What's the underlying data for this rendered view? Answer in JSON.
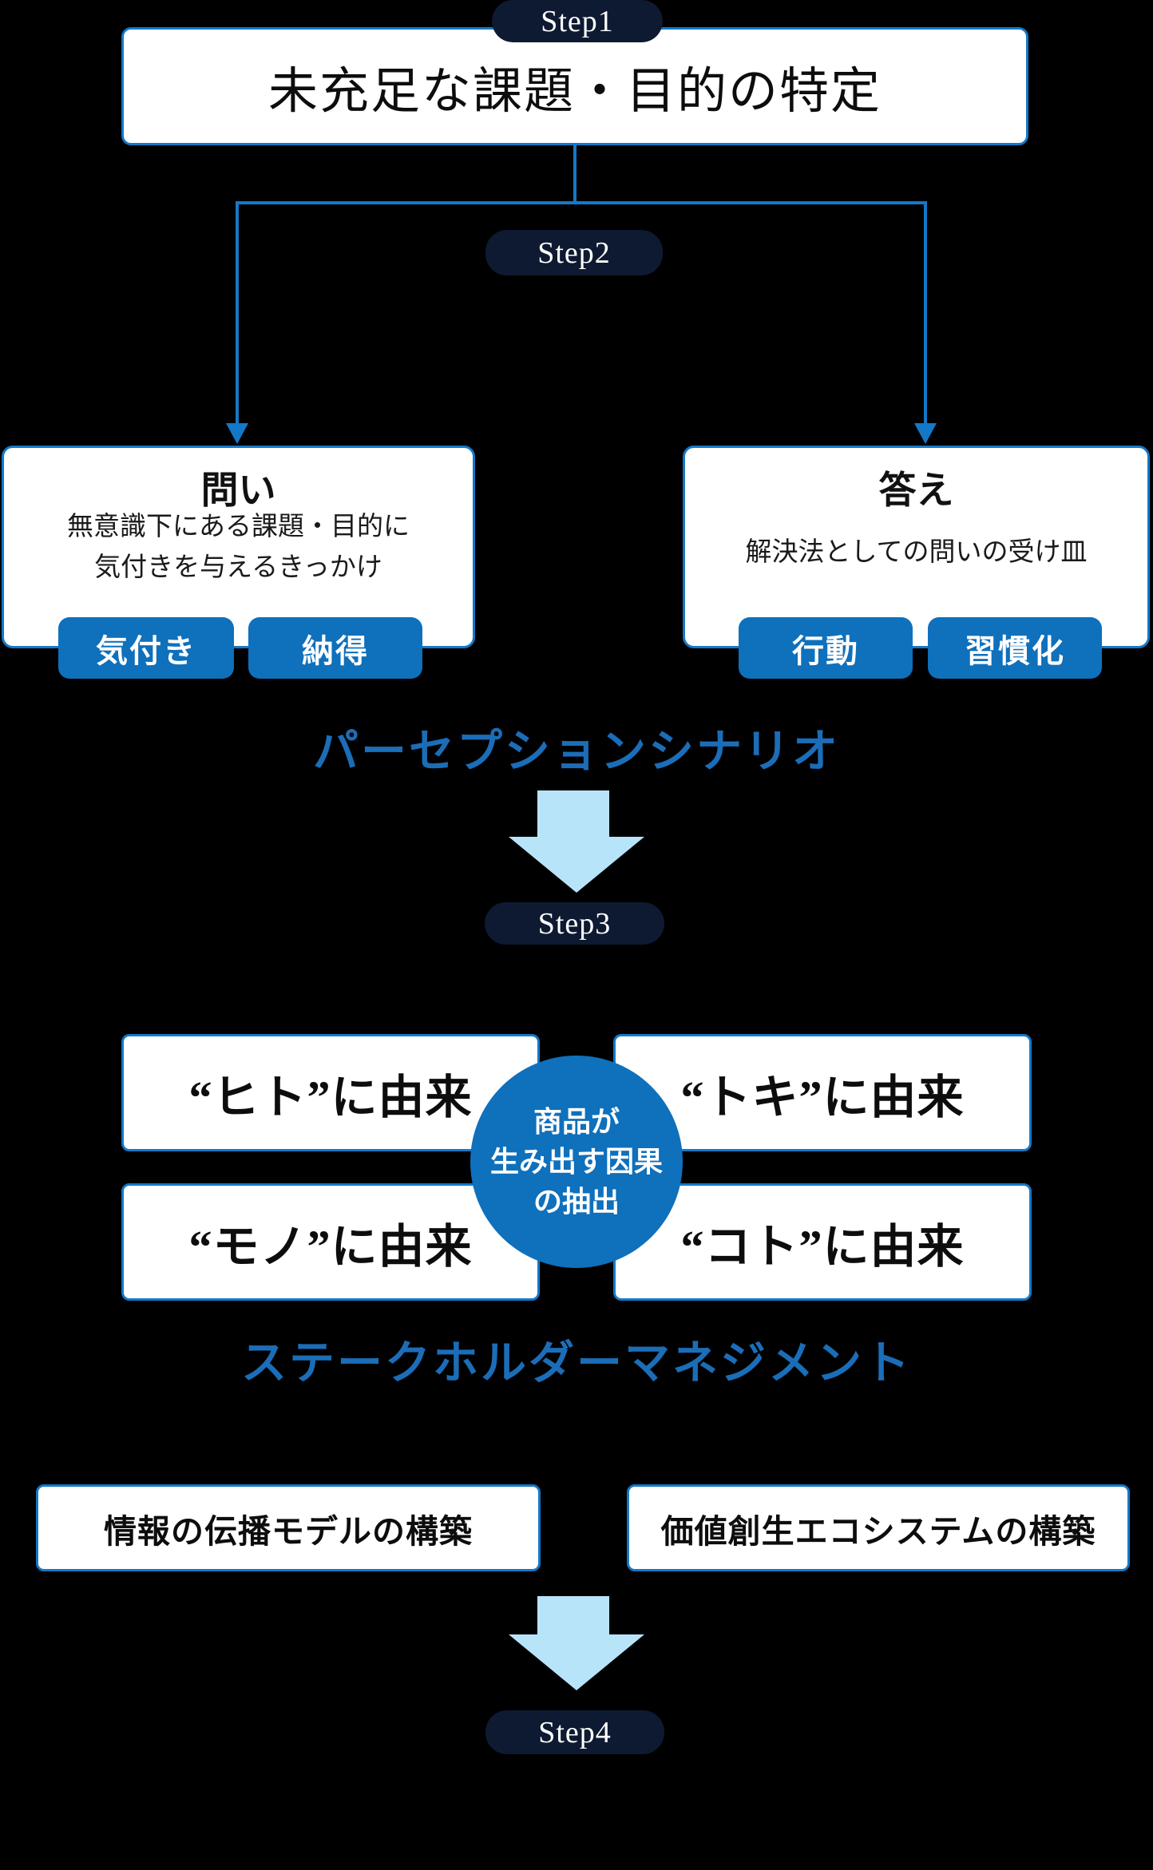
{
  "colors": {
    "background": "#000000",
    "box_border_blue": "#1478c8",
    "button_blue": "#0f70bc",
    "circle_blue": "#0f70bc",
    "pill_navy": "#0e1a31",
    "caption_blue": "#1b6db8",
    "light_arrow_blue": "#b8e4f9",
    "box_fill": "#ffffff"
  },
  "step1": {
    "badge": "Step1",
    "title": "未充足な課題・目的の特定"
  },
  "step2": {
    "badge": "Step2",
    "question": {
      "title": "問い",
      "body": [
        "無意識下にある課題・目的に",
        "気付きを与えるきっかけ"
      ],
      "tags": [
        "気付き",
        "納得"
      ]
    },
    "answer": {
      "title": "答え",
      "body": "解決法としての問いの受け皿",
      "tags": [
        "行動",
        "習慣化"
      ]
    },
    "caption": "パーセプションシナリオ"
  },
  "step3": {
    "badge": "Step3",
    "origin_boxes": [
      "“ヒト”に由来",
      "“トキ”に由来",
      "“モノ”に由来",
      "“コト”に由来"
    ],
    "circle": [
      "商品が",
      "生み出す因果",
      "の抽出"
    ],
    "caption": "ステークホルダーマネジメント",
    "outputs": [
      "情報の伝播モデルの構築",
      "価値創生エコシステムの構築"
    ]
  },
  "step4": {
    "badge": "Step4"
  }
}
